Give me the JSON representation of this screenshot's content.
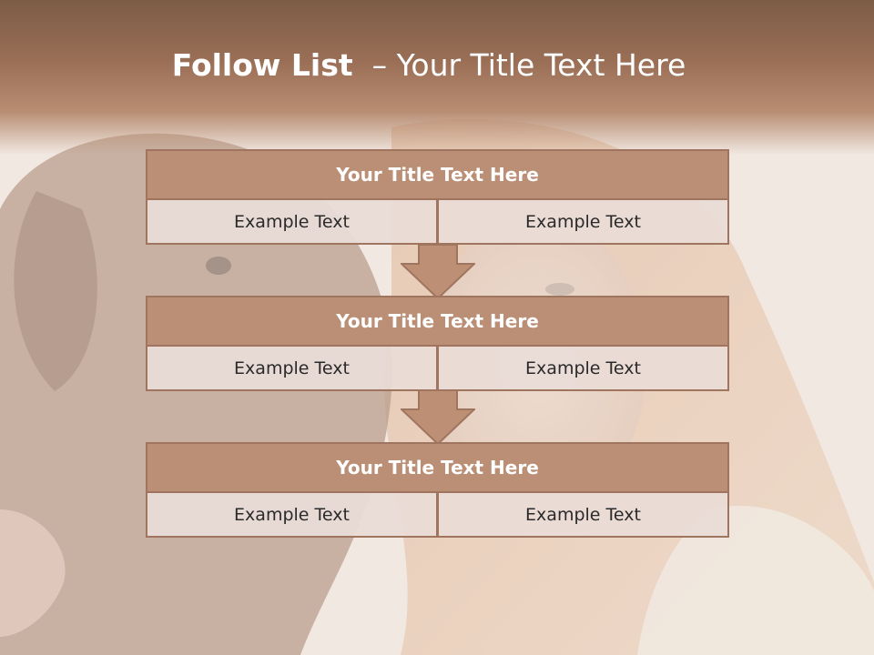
{
  "title": {
    "bold": "Follow List",
    "rest": "  – Your Title Text Here"
  },
  "blocks": [
    {
      "title": "Your Title Text Here",
      "cells": [
        "Example Text",
        "Example Text"
      ]
    },
    {
      "title": "Your Title Text Here",
      "cells": [
        "Example Text",
        "Example Text"
      ]
    },
    {
      "title": "Your Title Text Here",
      "cells": [
        "Example Text",
        "Example Text"
      ]
    }
  ],
  "colors": {
    "header": "#9a6f56",
    "block_title": "#ba8f76",
    "border": "#a07560",
    "cell": "#eadcd6"
  }
}
